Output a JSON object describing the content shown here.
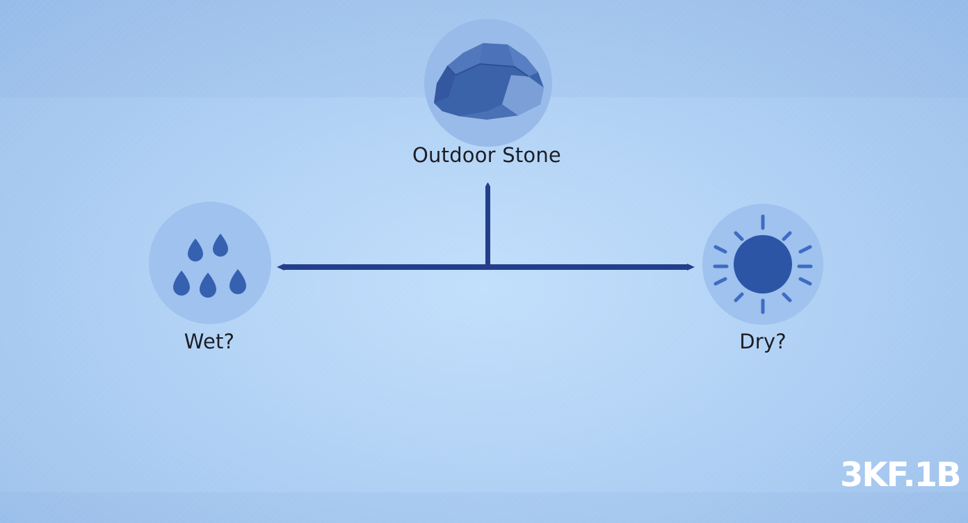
{
  "diagram": {
    "nodes": {
      "top": {
        "label": "Outdoor Stone",
        "icon": "stone-icon"
      },
      "left": {
        "label": "Wet?",
        "icon": "raindrops-icon"
      },
      "right": {
        "label": "Dry?",
        "icon": "sun-icon"
      }
    },
    "connector": "t-junction-branch",
    "colors": {
      "line": "#233f8c",
      "icon_fill": "#3561b0",
      "circle_fill": "#9fc2ee",
      "label_text": "#1c1e26"
    }
  },
  "watermark": {
    "text": "3KF.1B"
  }
}
